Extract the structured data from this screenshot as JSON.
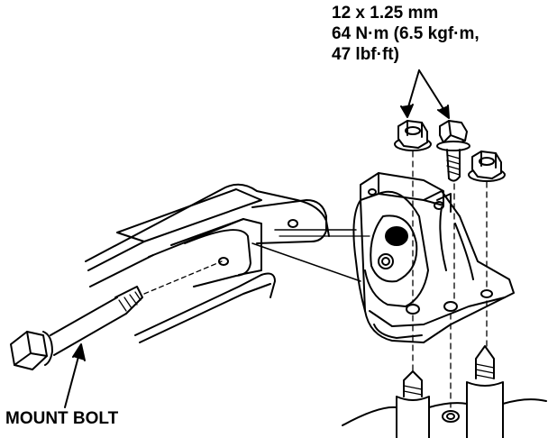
{
  "callouts": {
    "torque_spec": {
      "size": "12 x 1.25 mm",
      "torque_line_1": "64 N·m (6.5 kgf·m,",
      "torque_line_2": "47 lbf·ft)"
    },
    "mount_bolt_label": "MOUNT BOLT"
  },
  "colors": {
    "ink": "#000000",
    "paper": "#ffffff"
  }
}
